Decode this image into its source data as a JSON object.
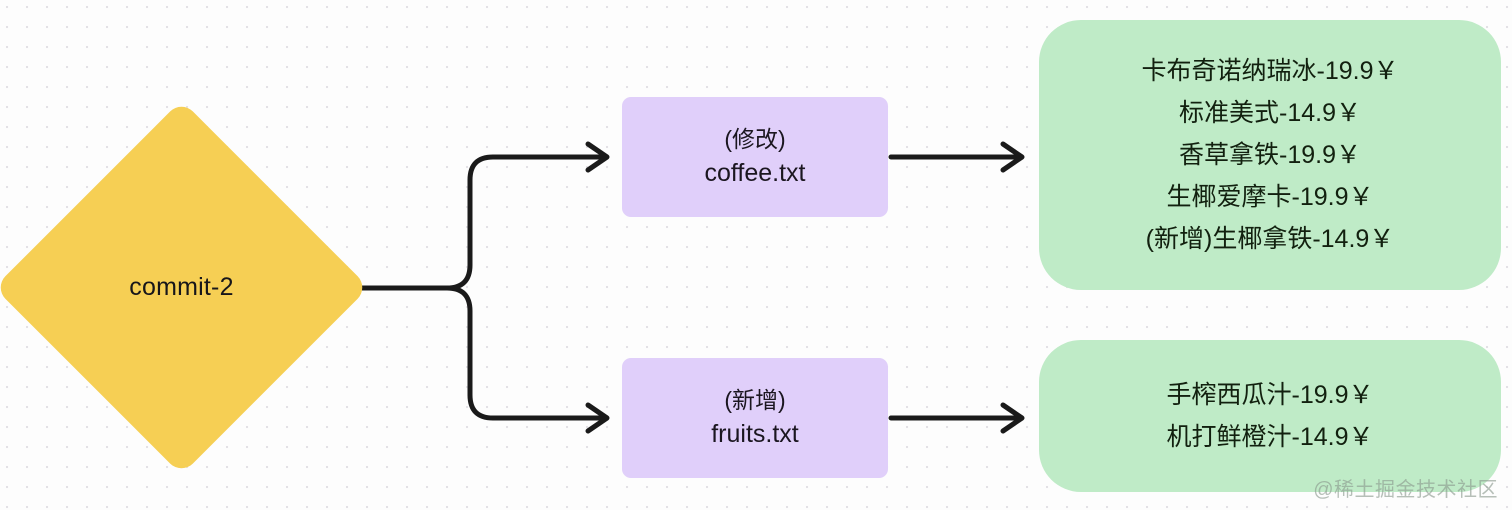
{
  "diagram": {
    "type": "flowchart",
    "direction": "left-to-right",
    "background": {
      "style": "dotted-grid",
      "dot_color": "#e3e1e6",
      "page_color": "#fdfdfd"
    },
    "colors": {
      "commit_node": "#f6cf54",
      "file_node": "#e0cffa",
      "content_node": "#bfebc7",
      "connector": "#1a1a1a",
      "text": "#17161a"
    }
  },
  "commit": {
    "label": "commit-2",
    "shape": "diamond"
  },
  "files": [
    {
      "id": "coffee",
      "tag": "(修改)",
      "name": "coffee.txt"
    },
    {
      "id": "fruits",
      "tag": "(新增)",
      "name": "fruits.txt"
    }
  ],
  "contents": [
    {
      "id": "coffee-content",
      "lines": [
        "卡布奇诺纳瑞冰-19.9￥",
        "标准美式-14.9￥",
        "香草拿铁-19.9￥",
        "生椰爱摩卡-19.9￥",
        "(新增)生椰拿铁-14.9￥"
      ]
    },
    {
      "id": "fruits-content",
      "lines": [
        "手榨西瓜汁-19.9￥",
        "机打鲜橙汁-14.9￥"
      ]
    }
  ],
  "connectors": [
    {
      "id": "commit-to-coffee",
      "from": "commit",
      "to": "file-coffee",
      "style": "elbow-arrow"
    },
    {
      "id": "commit-to-fruits",
      "from": "commit",
      "to": "file-fruits",
      "style": "elbow-arrow"
    },
    {
      "id": "coffee-to-content",
      "from": "file-coffee",
      "to": "green-coffee",
      "style": "straight-arrow"
    },
    {
      "id": "fruits-to-content",
      "from": "file-fruits",
      "to": "green-fruits",
      "style": "straight-arrow"
    }
  ],
  "watermark": {
    "text": "@稀土掘金技术社区"
  }
}
